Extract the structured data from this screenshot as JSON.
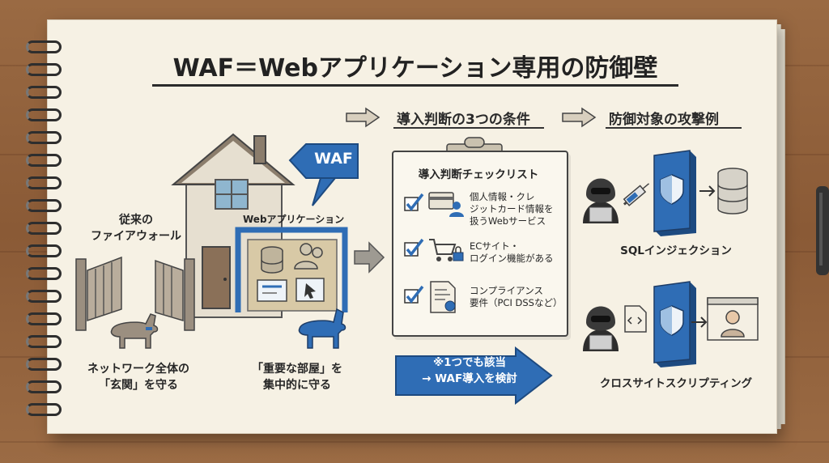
{
  "title": "WAF＝Webアプリケーション専用の防御壁",
  "headers": {
    "conditions": "導入判断の3つの条件",
    "examples": "防御対象の攻撃例"
  },
  "left": {
    "firewall_label": "従来の\nファイアウォール",
    "firewall_caption": "ネットワーク全体の\n「玄関」を守る",
    "waf_tag": "WAF",
    "webapp_label": "Webアプリケーション",
    "waf_caption": "「重要な部屋」を\n集中的に守る"
  },
  "checklist": {
    "title": "導入判断チェックリスト",
    "items": [
      "個人情報・クレ\nジットカード情報を\n扱うWebサービス",
      "ECサイト・\nログイン機能がある",
      "コンプライアンス\n要件（PCI DSSなど）"
    ]
  },
  "conclusion": "※1つでも該当\n→ WAF導入を検討",
  "attacks": [
    {
      "name": "SQLインジェクション",
      "icons": [
        "hacker-icon",
        "syringe-icon",
        "shield-icon",
        "database-icon"
      ]
    },
    {
      "name": "クロスサイトスクリプティング",
      "icons": [
        "hacker-icon",
        "code-file-icon",
        "shield-icon",
        "user-screen-icon"
      ]
    }
  ],
  "colors": {
    "accent_blue": "#2f6db5",
    "paper": "#f6f1e4",
    "wood": "#8f5f3a",
    "ink": "#262626"
  }
}
